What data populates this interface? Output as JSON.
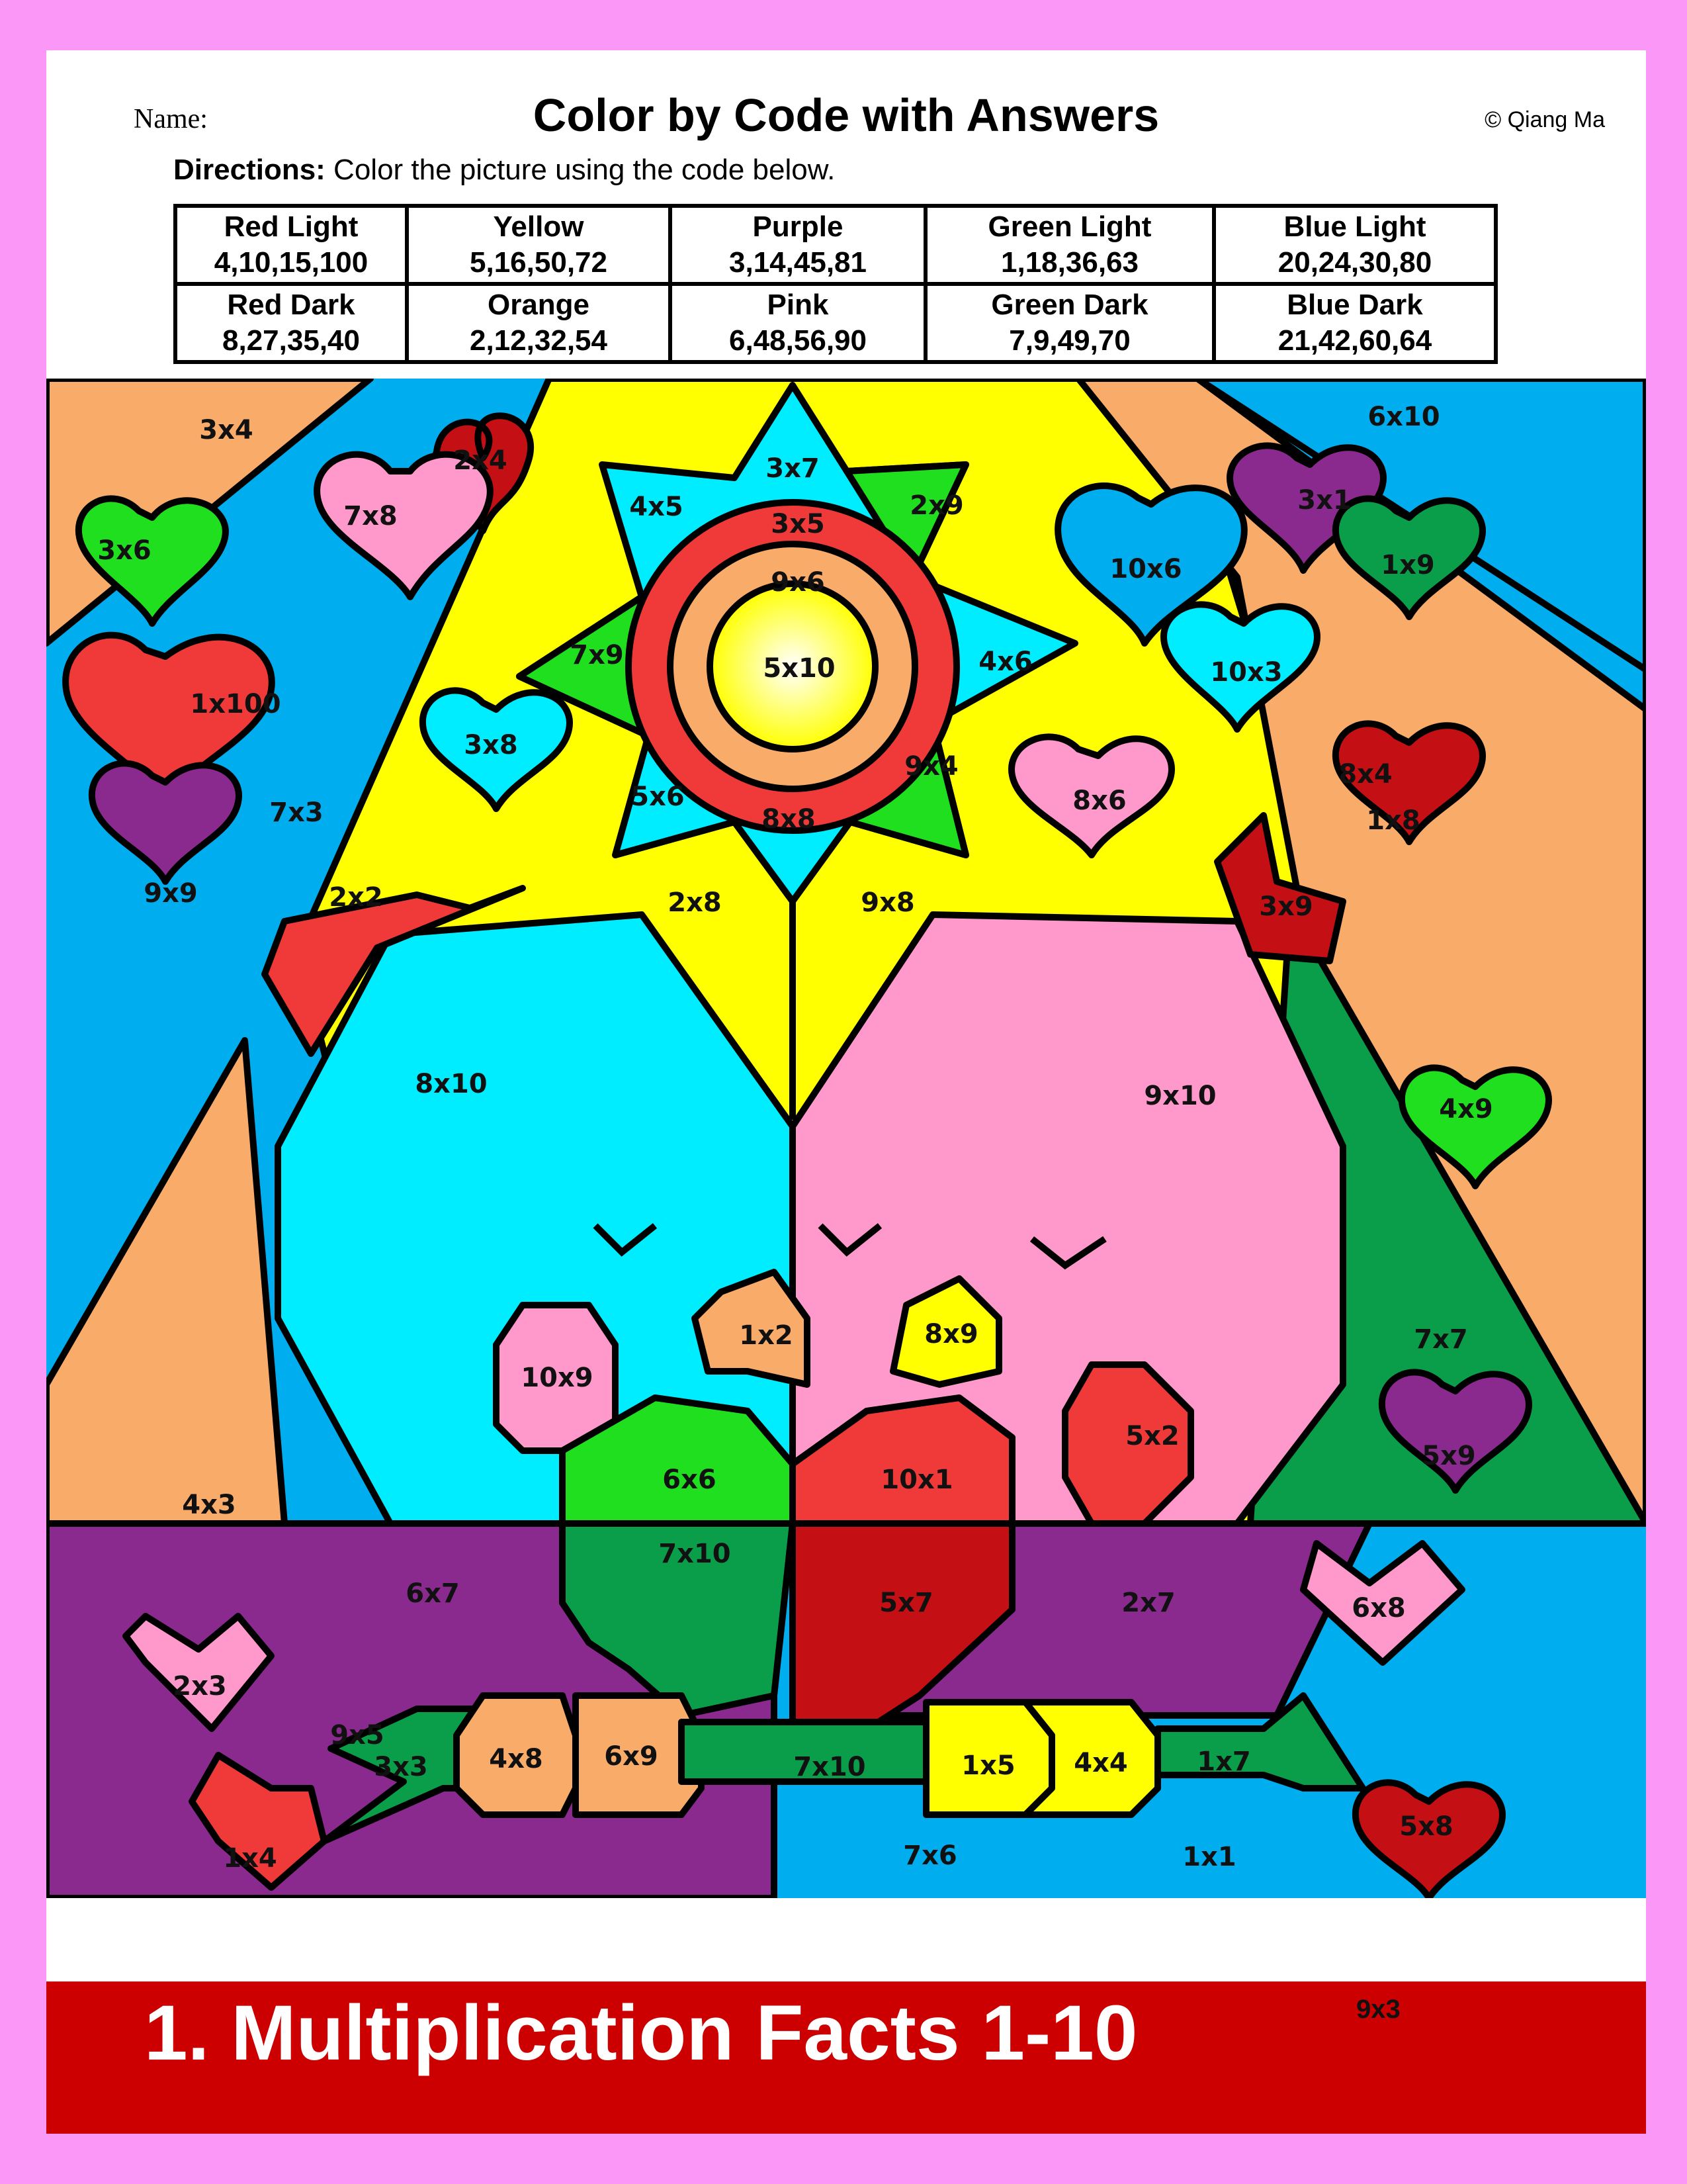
{
  "header": {
    "name_label": "Name:",
    "title": "Color by Code with Answers",
    "copyright": "© Qiang Ma",
    "directions_bold": "Directions:",
    "directions_text": " Color the picture using the code below."
  },
  "code_table": [
    [
      {
        "color": "Red Light",
        "numbers": "4,10,15,100"
      },
      {
        "color": "Yellow",
        "numbers": "5,16,50,72"
      },
      {
        "color": "Purple",
        "numbers": "3,14,45,81"
      },
      {
        "color": "Green Light",
        "numbers": "1,18,36,63"
      },
      {
        "color": "Blue Light",
        "numbers": "20,24,30,80"
      }
    ],
    [
      {
        "color": "Red Dark",
        "numbers": "8,27,35,40"
      },
      {
        "color": "Orange",
        "numbers": "2,12,32,54"
      },
      {
        "color": "Pink",
        "numbers": "6,48,56,90"
      },
      {
        "color": "Green Dark",
        "numbers": "7,9,49,70"
      },
      {
        "color": "Blue Dark",
        "numbers": "21,42,60,64"
      }
    ]
  ],
  "colors": {
    "red_light": "#f03a3a",
    "red_dark": "#c40f14",
    "yellow": "#ffff00",
    "purple": "#8b2a8e",
    "pink": "#ff99cc",
    "orange": "#f9ac6a",
    "green_light": "#1fdf1f",
    "green_dark": "#0a9e4a",
    "blue_light": "#00ecff",
    "blue_dark": "#00aeef",
    "band": "#cc0000",
    "border": "#fb98f7"
  },
  "picture_labels": {
    "top_left_orange": "3x4",
    "heart_2x4": "2x4",
    "heart_7x8": "7x8",
    "heart_3x6": "3x6",
    "heart_1x100": "1x100",
    "heart_3x8": "3x8",
    "heart_9x9": "9x9",
    "left_blue_stripe": "7x3",
    "star_top": "3x7",
    "star_tl": "4x5",
    "star_tr": "2x9",
    "star_l": "7x9",
    "star_r": "4x6",
    "star_bl": "5x6",
    "star_br": "9x4",
    "star_b": "8x8",
    "sun_outer": "3x5",
    "sun_middle": "9x6",
    "sun_inner": "5x10",
    "top_right_blue": "6x10",
    "heart_3x1": "3x1",
    "heart_1x9": "1x9",
    "heart_10x6": "10x6",
    "heart_10x3": "10x3",
    "right_orange": "8x4",
    "heart_1x8": "1x8",
    "heart_8x6": "8x6",
    "hat_right": "3x9",
    "hat_left": "2x2",
    "yellow_left": "2x8",
    "yellow_right": "9x8",
    "bird_left": "8x10",
    "bird_right": "9x10",
    "cheek_left": "10x9",
    "beak_left": "1x2",
    "beak_right": "8x9",
    "cheek_right": "5x2",
    "heart_4x9": "4x9",
    "right_green": "7x7",
    "heart_5x9": "5x9",
    "left_orange": "4x3",
    "wing_left_top": "6x6",
    "wing_right_top": "10x1",
    "blue_bottom_left": "6x7",
    "wing_left_bottom": "7x10",
    "wing_right_bottom": "5x7",
    "purple_bottom_right": "2x7",
    "heart_6x8": "6x8",
    "heart_2x3": "2x3",
    "purple_bottom_left": "9x5",
    "heart_5x8": "5x8",
    "arrow_head": "1x4",
    "arrow_tail": "3x3",
    "shaft_4x8": "4x8",
    "shaft_6x9": "6x9",
    "shaft_7x10": "7x10",
    "shaft_1x5": "1x5",
    "shaft_4x4": "4x4",
    "shaft_1x7": "1x7",
    "blue_bottom": "7x6",
    "heart_1x1": "1x1",
    "footer_code": "9x3"
  },
  "footer": {
    "title": "1. Multiplication Facts 1-10"
  }
}
